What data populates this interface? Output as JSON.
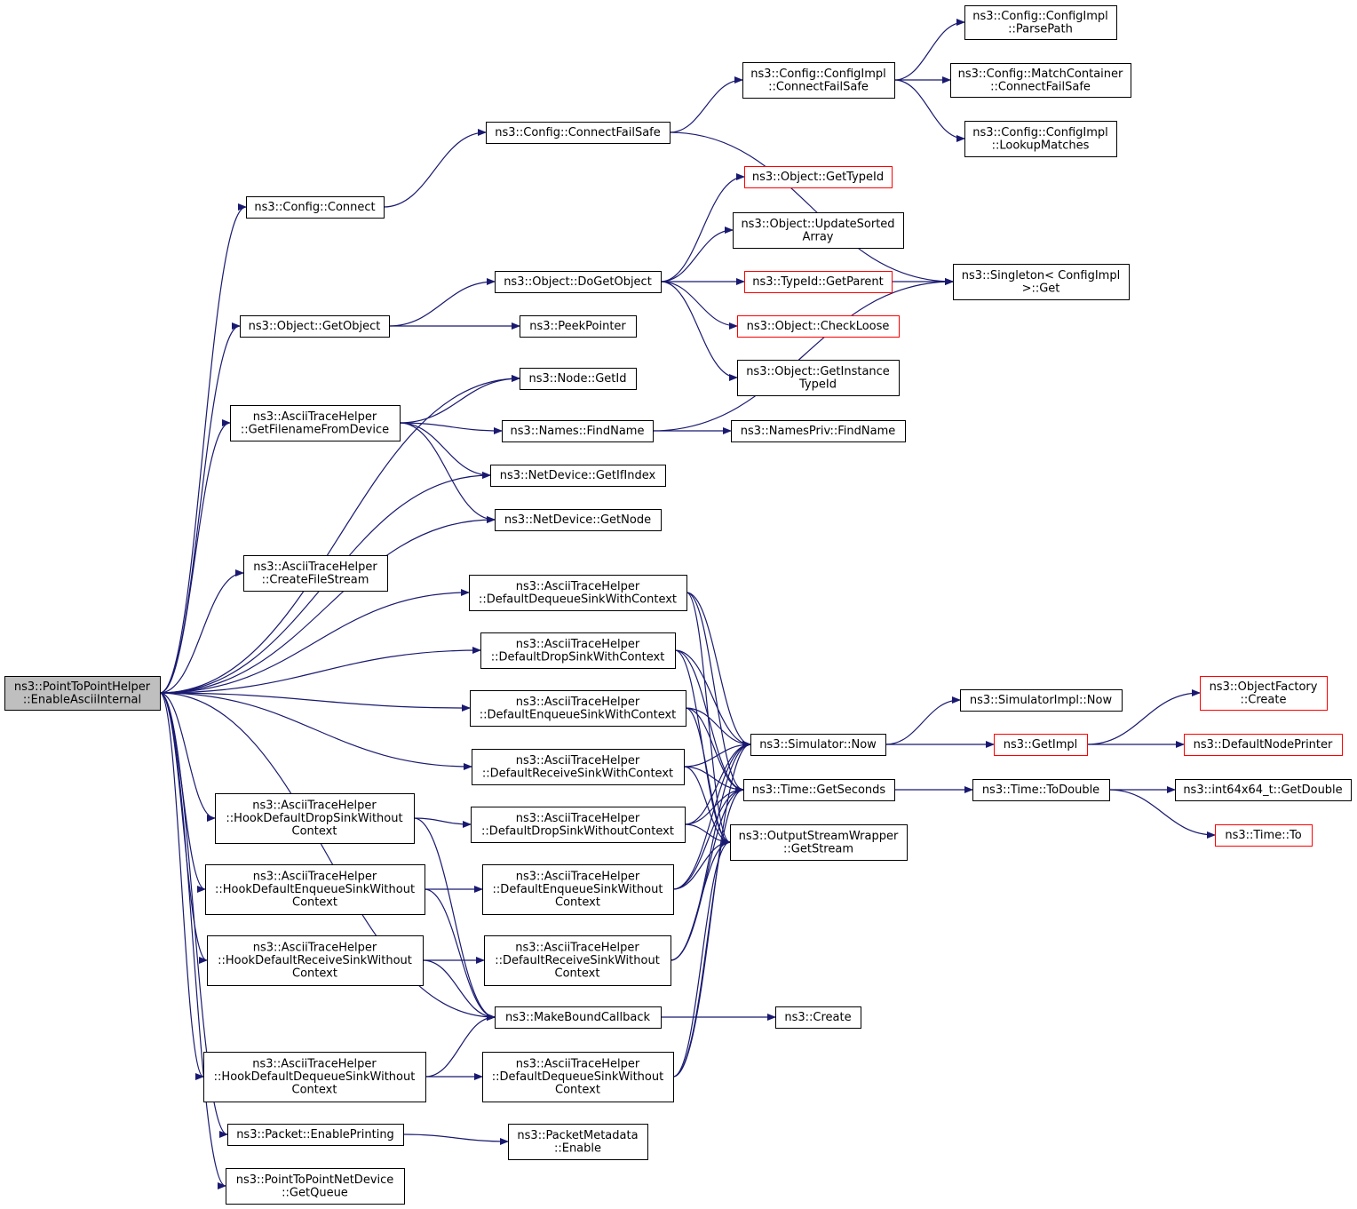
{
  "colors": {
    "edge": "#191970",
    "border_normal": "#000000",
    "border_truncated": "#ff0000",
    "root_fill": "#bfbfbf",
    "node_fill": "#ffffff"
  },
  "nodes": [
    {
      "id": "root",
      "lines": [
        "ns3::PointToPointHelper",
        "::EnableAsciiInternal"
      ],
      "style": "root"
    },
    {
      "id": "cfgConnect",
      "lines": [
        "ns3::Config::Connect"
      ],
      "style": "normal"
    },
    {
      "id": "cfgConnectFS",
      "lines": [
        "ns3::Config::ConnectFailSafe"
      ],
      "style": "normal"
    },
    {
      "id": "cfgImplConnectFS",
      "lines": [
        "ns3::Config::ConfigImpl",
        "::ConnectFailSafe"
      ],
      "style": "normal"
    },
    {
      "id": "parsePath",
      "lines": [
        "ns3::Config::ConfigImpl",
        "::ParsePath"
      ],
      "style": "normal"
    },
    {
      "id": "matchContainer",
      "lines": [
        "ns3::Config::MatchContainer",
        "::ConnectFailSafe"
      ],
      "style": "normal"
    },
    {
      "id": "lookupMatches",
      "lines": [
        "ns3::Config::ConfigImpl",
        "::LookupMatches"
      ],
      "style": "normal"
    },
    {
      "id": "singletonGet",
      "lines": [
        "ns3::Singleton< ConfigImpl",
        " >::Get"
      ],
      "style": "normal"
    },
    {
      "id": "getTypeId",
      "lines": [
        "ns3::Object::GetTypeId"
      ],
      "style": "truncated"
    },
    {
      "id": "updateSorted",
      "lines": [
        "ns3::Object::UpdateSorted",
        "Array"
      ],
      "style": "normal"
    },
    {
      "id": "doGetObject",
      "lines": [
        "ns3::Object::DoGetObject"
      ],
      "style": "normal"
    },
    {
      "id": "getParent",
      "lines": [
        "ns3::TypeId::GetParent"
      ],
      "style": "truncated"
    },
    {
      "id": "getObject",
      "lines": [
        "ns3::Object::GetObject"
      ],
      "style": "normal"
    },
    {
      "id": "peekPointer",
      "lines": [
        "ns3::PeekPointer"
      ],
      "style": "normal"
    },
    {
      "id": "checkLoose",
      "lines": [
        "ns3::Object::CheckLoose"
      ],
      "style": "truncated"
    },
    {
      "id": "getInstanceTypeId",
      "lines": [
        "ns3::Object::GetInstance",
        "TypeId"
      ],
      "style": "normal"
    },
    {
      "id": "nodeGetId",
      "lines": [
        "ns3::Node::GetId"
      ],
      "style": "normal"
    },
    {
      "id": "getFilename",
      "lines": [
        "ns3::AsciiTraceHelper",
        "::GetFilenameFromDevice"
      ],
      "style": "normal"
    },
    {
      "id": "findName",
      "lines": [
        "ns3::Names::FindName"
      ],
      "style": "normal"
    },
    {
      "id": "namesPrivFind",
      "lines": [
        "ns3::NamesPriv::FindName"
      ],
      "style": "normal"
    },
    {
      "id": "getIfIndex",
      "lines": [
        "ns3::NetDevice::GetIfIndex"
      ],
      "style": "normal"
    },
    {
      "id": "getNode",
      "lines": [
        "ns3::NetDevice::GetNode"
      ],
      "style": "normal"
    },
    {
      "id": "createFileStream",
      "lines": [
        "ns3::AsciiTraceHelper",
        "::CreateFileStream"
      ],
      "style": "normal"
    },
    {
      "id": "defDeqCtx",
      "lines": [
        "ns3::AsciiTraceHelper",
        "::DefaultDequeueSinkWithContext"
      ],
      "style": "normal"
    },
    {
      "id": "defDropCtx",
      "lines": [
        "ns3::AsciiTraceHelper",
        "::DefaultDropSinkWithContext"
      ],
      "style": "normal"
    },
    {
      "id": "defEnqCtx",
      "lines": [
        "ns3::AsciiTraceHelper",
        "::DefaultEnqueueSinkWithContext"
      ],
      "style": "normal"
    },
    {
      "id": "defRecvCtx",
      "lines": [
        "ns3::AsciiTraceHelper",
        "::DefaultReceiveSinkWithContext"
      ],
      "style": "normal"
    },
    {
      "id": "hookDrop",
      "lines": [
        "ns3::AsciiTraceHelper",
        "::HookDefaultDropSinkWithout",
        "Context"
      ],
      "style": "normal"
    },
    {
      "id": "defDropNoCtx",
      "lines": [
        "ns3::AsciiTraceHelper",
        "::DefaultDropSinkWithoutContext"
      ],
      "style": "normal"
    },
    {
      "id": "hookEnq",
      "lines": [
        "ns3::AsciiTraceHelper",
        "::HookDefaultEnqueueSinkWithout",
        "Context"
      ],
      "style": "normal"
    },
    {
      "id": "defEnqNoCtx",
      "lines": [
        "ns3::AsciiTraceHelper",
        "::DefaultEnqueueSinkWithout",
        "Context"
      ],
      "style": "normal"
    },
    {
      "id": "hookRecv",
      "lines": [
        "ns3::AsciiTraceHelper",
        "::HookDefaultReceiveSinkWithout",
        "Context"
      ],
      "style": "normal"
    },
    {
      "id": "defRecvNoCtx",
      "lines": [
        "ns3::AsciiTraceHelper",
        "::DefaultReceiveSinkWithout",
        "Context"
      ],
      "style": "normal"
    },
    {
      "id": "makeBound",
      "lines": [
        "ns3::MakeBoundCallback"
      ],
      "style": "normal"
    },
    {
      "id": "create",
      "lines": [
        "ns3::Create"
      ],
      "style": "normal"
    },
    {
      "id": "hookDeq",
      "lines": [
        "ns3::AsciiTraceHelper",
        "::HookDefaultDequeueSinkWithout",
        "Context"
      ],
      "style": "normal"
    },
    {
      "id": "defDeqNoCtx",
      "lines": [
        "ns3::AsciiTraceHelper",
        "::DefaultDequeueSinkWithout",
        "Context"
      ],
      "style": "normal"
    },
    {
      "id": "enablePrinting",
      "lines": [
        "ns3::Packet::EnablePrinting"
      ],
      "style": "normal"
    },
    {
      "id": "metaEnable",
      "lines": [
        "ns3::PacketMetadata",
        "::Enable"
      ],
      "style": "normal"
    },
    {
      "id": "getQueue",
      "lines": [
        "ns3::PointToPointNetDevice",
        "::GetQueue"
      ],
      "style": "normal"
    },
    {
      "id": "simNow",
      "lines": [
        "ns3::Simulator::Now"
      ],
      "style": "normal"
    },
    {
      "id": "timeGetSeconds",
      "lines": [
        "ns3::Time::GetSeconds"
      ],
      "style": "normal"
    },
    {
      "id": "getStream",
      "lines": [
        "ns3::OutputStreamWrapper",
        "::GetStream"
      ],
      "style": "normal"
    },
    {
      "id": "simImplNow",
      "lines": [
        "ns3::SimulatorImpl::Now"
      ],
      "style": "normal"
    },
    {
      "id": "getImpl",
      "lines": [
        "ns3::GetImpl"
      ],
      "style": "truncated"
    },
    {
      "id": "timeToDouble",
      "lines": [
        "ns3::Time::ToDouble"
      ],
      "style": "normal"
    },
    {
      "id": "objFactoryCreate",
      "lines": [
        "ns3::ObjectFactory",
        "::Create"
      ],
      "style": "truncated"
    },
    {
      "id": "defNodePrinter",
      "lines": [
        "ns3::DefaultNodePrinter"
      ],
      "style": "truncated"
    },
    {
      "id": "int64GetDouble",
      "lines": [
        "ns3::int64x64_t::GetDouble"
      ],
      "style": "normal"
    },
    {
      "id": "timeTo",
      "lines": [
        "ns3::Time::To"
      ],
      "style": "truncated"
    }
  ],
  "edges": [
    [
      "root",
      "cfgConnect"
    ],
    [
      "root",
      "getObject"
    ],
    [
      "root",
      "nodeGetId"
    ],
    [
      "root",
      "getFilename"
    ],
    [
      "root",
      "getIfIndex"
    ],
    [
      "root",
      "getNode"
    ],
    [
      "root",
      "createFileStream"
    ],
    [
      "root",
      "defDeqCtx"
    ],
    [
      "root",
      "defDropCtx"
    ],
    [
      "root",
      "defEnqCtx"
    ],
    [
      "root",
      "defRecvCtx"
    ],
    [
      "root",
      "hookDrop"
    ],
    [
      "root",
      "hookEnq"
    ],
    [
      "root",
      "hookRecv"
    ],
    [
      "root",
      "makeBound"
    ],
    [
      "root",
      "hookDeq"
    ],
    [
      "root",
      "enablePrinting"
    ],
    [
      "root",
      "getQueue"
    ],
    [
      "cfgConnect",
      "cfgConnectFS"
    ],
    [
      "cfgConnectFS",
      "cfgImplConnectFS"
    ],
    [
      "cfgConnectFS",
      "singletonGet"
    ],
    [
      "cfgImplConnectFS",
      "parsePath"
    ],
    [
      "cfgImplConnectFS",
      "matchContainer"
    ],
    [
      "cfgImplConnectFS",
      "lookupMatches"
    ],
    [
      "getObject",
      "doGetObject"
    ],
    [
      "getObject",
      "peekPointer"
    ],
    [
      "doGetObject",
      "getTypeId"
    ],
    [
      "doGetObject",
      "updateSorted"
    ],
    [
      "doGetObject",
      "getParent"
    ],
    [
      "doGetObject",
      "checkLoose"
    ],
    [
      "doGetObject",
      "getInstanceTypeId"
    ],
    [
      "getParent",
      "singletonGet"
    ],
    [
      "getFilename",
      "nodeGetId"
    ],
    [
      "getFilename",
      "findName"
    ],
    [
      "getFilename",
      "getIfIndex"
    ],
    [
      "getFilename",
      "getNode"
    ],
    [
      "findName",
      "namesPrivFind"
    ],
    [
      "findName",
      "singletonGet"
    ],
    [
      "defDeqCtx",
      "simNow"
    ],
    [
      "defDeqCtx",
      "timeGetSeconds"
    ],
    [
      "defDeqCtx",
      "getStream"
    ],
    [
      "defDropCtx",
      "simNow"
    ],
    [
      "defDropCtx",
      "timeGetSeconds"
    ],
    [
      "defDropCtx",
      "getStream"
    ],
    [
      "defEnqCtx",
      "simNow"
    ],
    [
      "defEnqCtx",
      "timeGetSeconds"
    ],
    [
      "defEnqCtx",
      "getStream"
    ],
    [
      "defRecvCtx",
      "simNow"
    ],
    [
      "defRecvCtx",
      "timeGetSeconds"
    ],
    [
      "defRecvCtx",
      "getStream"
    ],
    [
      "hookDrop",
      "defDropNoCtx"
    ],
    [
      "hookDrop",
      "makeBound"
    ],
    [
      "defDropNoCtx",
      "simNow"
    ],
    [
      "defDropNoCtx",
      "timeGetSeconds"
    ],
    [
      "defDropNoCtx",
      "getStream"
    ],
    [
      "hookEnq",
      "defEnqNoCtx"
    ],
    [
      "hookEnq",
      "makeBound"
    ],
    [
      "defEnqNoCtx",
      "simNow"
    ],
    [
      "defEnqNoCtx",
      "timeGetSeconds"
    ],
    [
      "defEnqNoCtx",
      "getStream"
    ],
    [
      "hookRecv",
      "defRecvNoCtx"
    ],
    [
      "hookRecv",
      "makeBound"
    ],
    [
      "defRecvNoCtx",
      "simNow"
    ],
    [
      "defRecvNoCtx",
      "timeGetSeconds"
    ],
    [
      "defRecvNoCtx",
      "getStream"
    ],
    [
      "hookDeq",
      "defDeqNoCtx"
    ],
    [
      "hookDeq",
      "makeBound"
    ],
    [
      "defDeqNoCtx",
      "simNow"
    ],
    [
      "defDeqNoCtx",
      "timeGetSeconds"
    ],
    [
      "defDeqNoCtx",
      "getStream"
    ],
    [
      "makeBound",
      "create"
    ],
    [
      "enablePrinting",
      "metaEnable"
    ],
    [
      "simNow",
      "simImplNow"
    ],
    [
      "simNow",
      "getImpl"
    ],
    [
      "getImpl",
      "objFactoryCreate"
    ],
    [
      "getImpl",
      "defNodePrinter"
    ],
    [
      "timeGetSeconds",
      "timeToDouble"
    ],
    [
      "timeToDouble",
      "int64GetDouble"
    ],
    [
      "timeToDouble",
      "timeTo"
    ]
  ]
}
